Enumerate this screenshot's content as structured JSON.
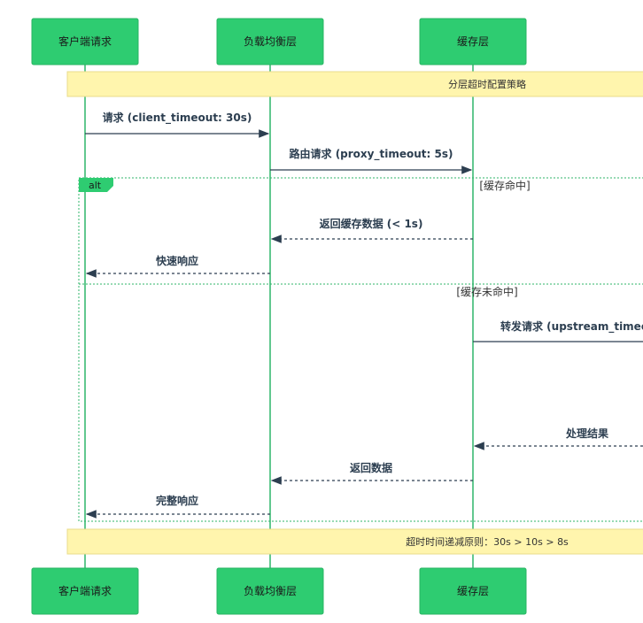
{
  "actors": [
    "客户端请求",
    "负载均衡层",
    "缓存层"
  ],
  "notes": {
    "top": "分层超时配置策略",
    "bottom": "超时时间递减原则：30s > 10s > 8s"
  },
  "alt": {
    "label": "alt",
    "guard_hit": "[缓存命中]",
    "guard_miss": "[缓存未命中]"
  },
  "messages": [
    "请求 (client_timeout: 30s)",
    "路由请求 (proxy_timeout: 5s)",
    "返回缓存数据 (< 1s)",
    "快速响应",
    "转发请求 (upstream_timeout",
    "处理结果",
    "返回数据",
    "完整响应"
  ],
  "colors": {
    "actor_fill": "#2ecc71",
    "lifeline": "#2fb56a",
    "note_fill": "#fff5ad",
    "arrow": "#2c3e50"
  }
}
